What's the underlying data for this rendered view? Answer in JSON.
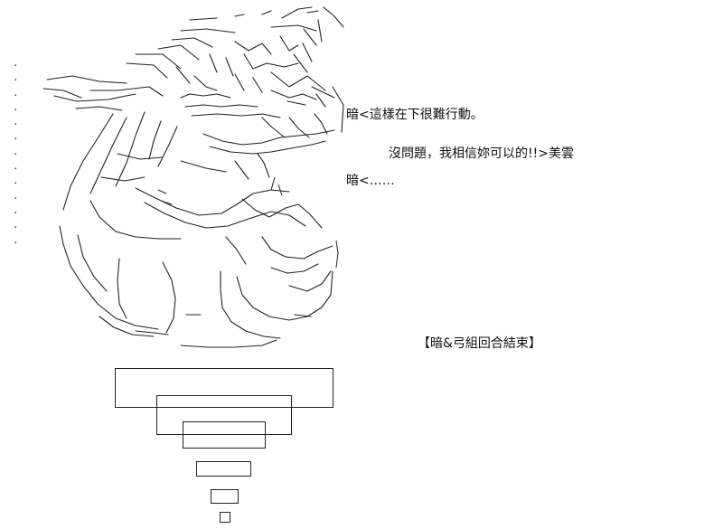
{
  "dialogue": {
    "line1": "暗<這樣在下很難行動。",
    "line2": "沒問題，我相信妳可以的!!>美雲",
    "line3": "暗<……",
    "end": "【暗&弓組回合結束】"
  }
}
